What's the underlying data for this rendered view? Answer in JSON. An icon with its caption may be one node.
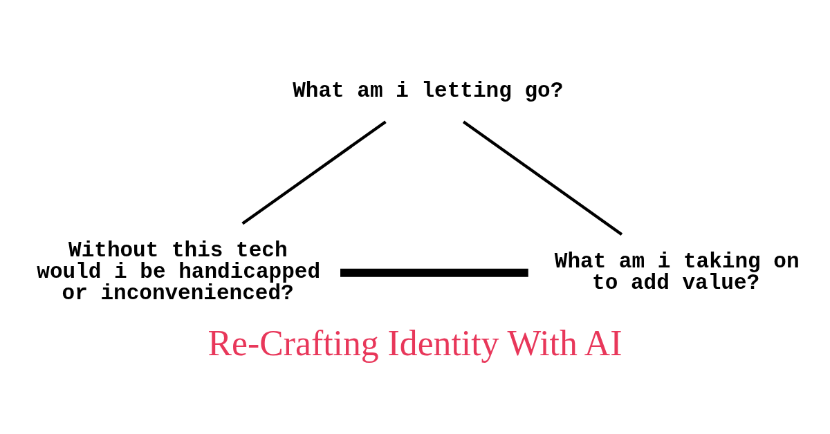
{
  "diagram": {
    "title": "Re-Crafting Identity With AI",
    "nodes": [
      {
        "text": [
          "What am i letting go?"
        ]
      },
      {
        "text": [
          "What am i taking on to add value?"
        ]
      },
      {
        "text": [
          "Without this tech would i be handicapped or inconvenienced?"
        ]
      }
    ],
    "edges": [
      {
        "from": 0,
        "to": 2,
        "arrow": "none"
      },
      {
        "from": 0,
        "to": 1,
        "arrow": "none"
      },
      {
        "from": 2,
        "to": 1,
        "arrow": "none",
        "style": "thick"
      }
    ]
  }
}
